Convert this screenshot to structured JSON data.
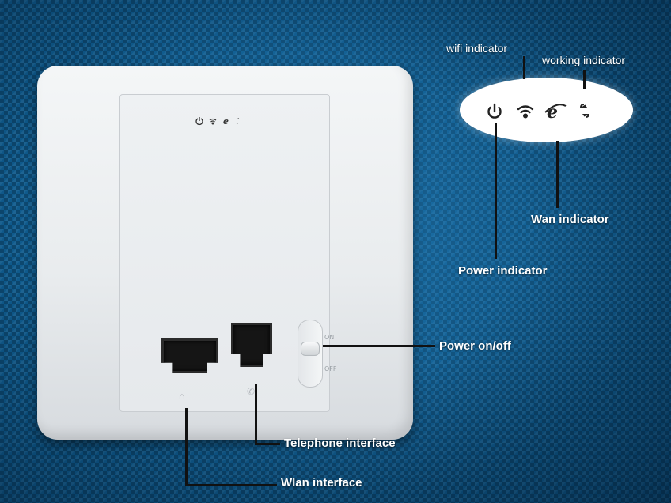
{
  "labels": {
    "wifi_indicator": "wifi indicator",
    "working_indicator": "working indicator",
    "wan_indicator": "Wan indicator",
    "power_indicator": "Power indicator",
    "power_switch": "Power on/off",
    "telephone_interface": "Telephone interface",
    "wlan_interface": "Wlan interface"
  },
  "switch": {
    "on_label": "ON",
    "off_label": "OFF"
  },
  "indicator_icons": [
    "power-icon",
    "wifi-icon",
    "internet-explorer-icon",
    "refresh-icon"
  ],
  "colors": {
    "background": "#0f5a8c",
    "device": "#eef1f3",
    "lines": "#111111",
    "labels": "#ffffff"
  }
}
